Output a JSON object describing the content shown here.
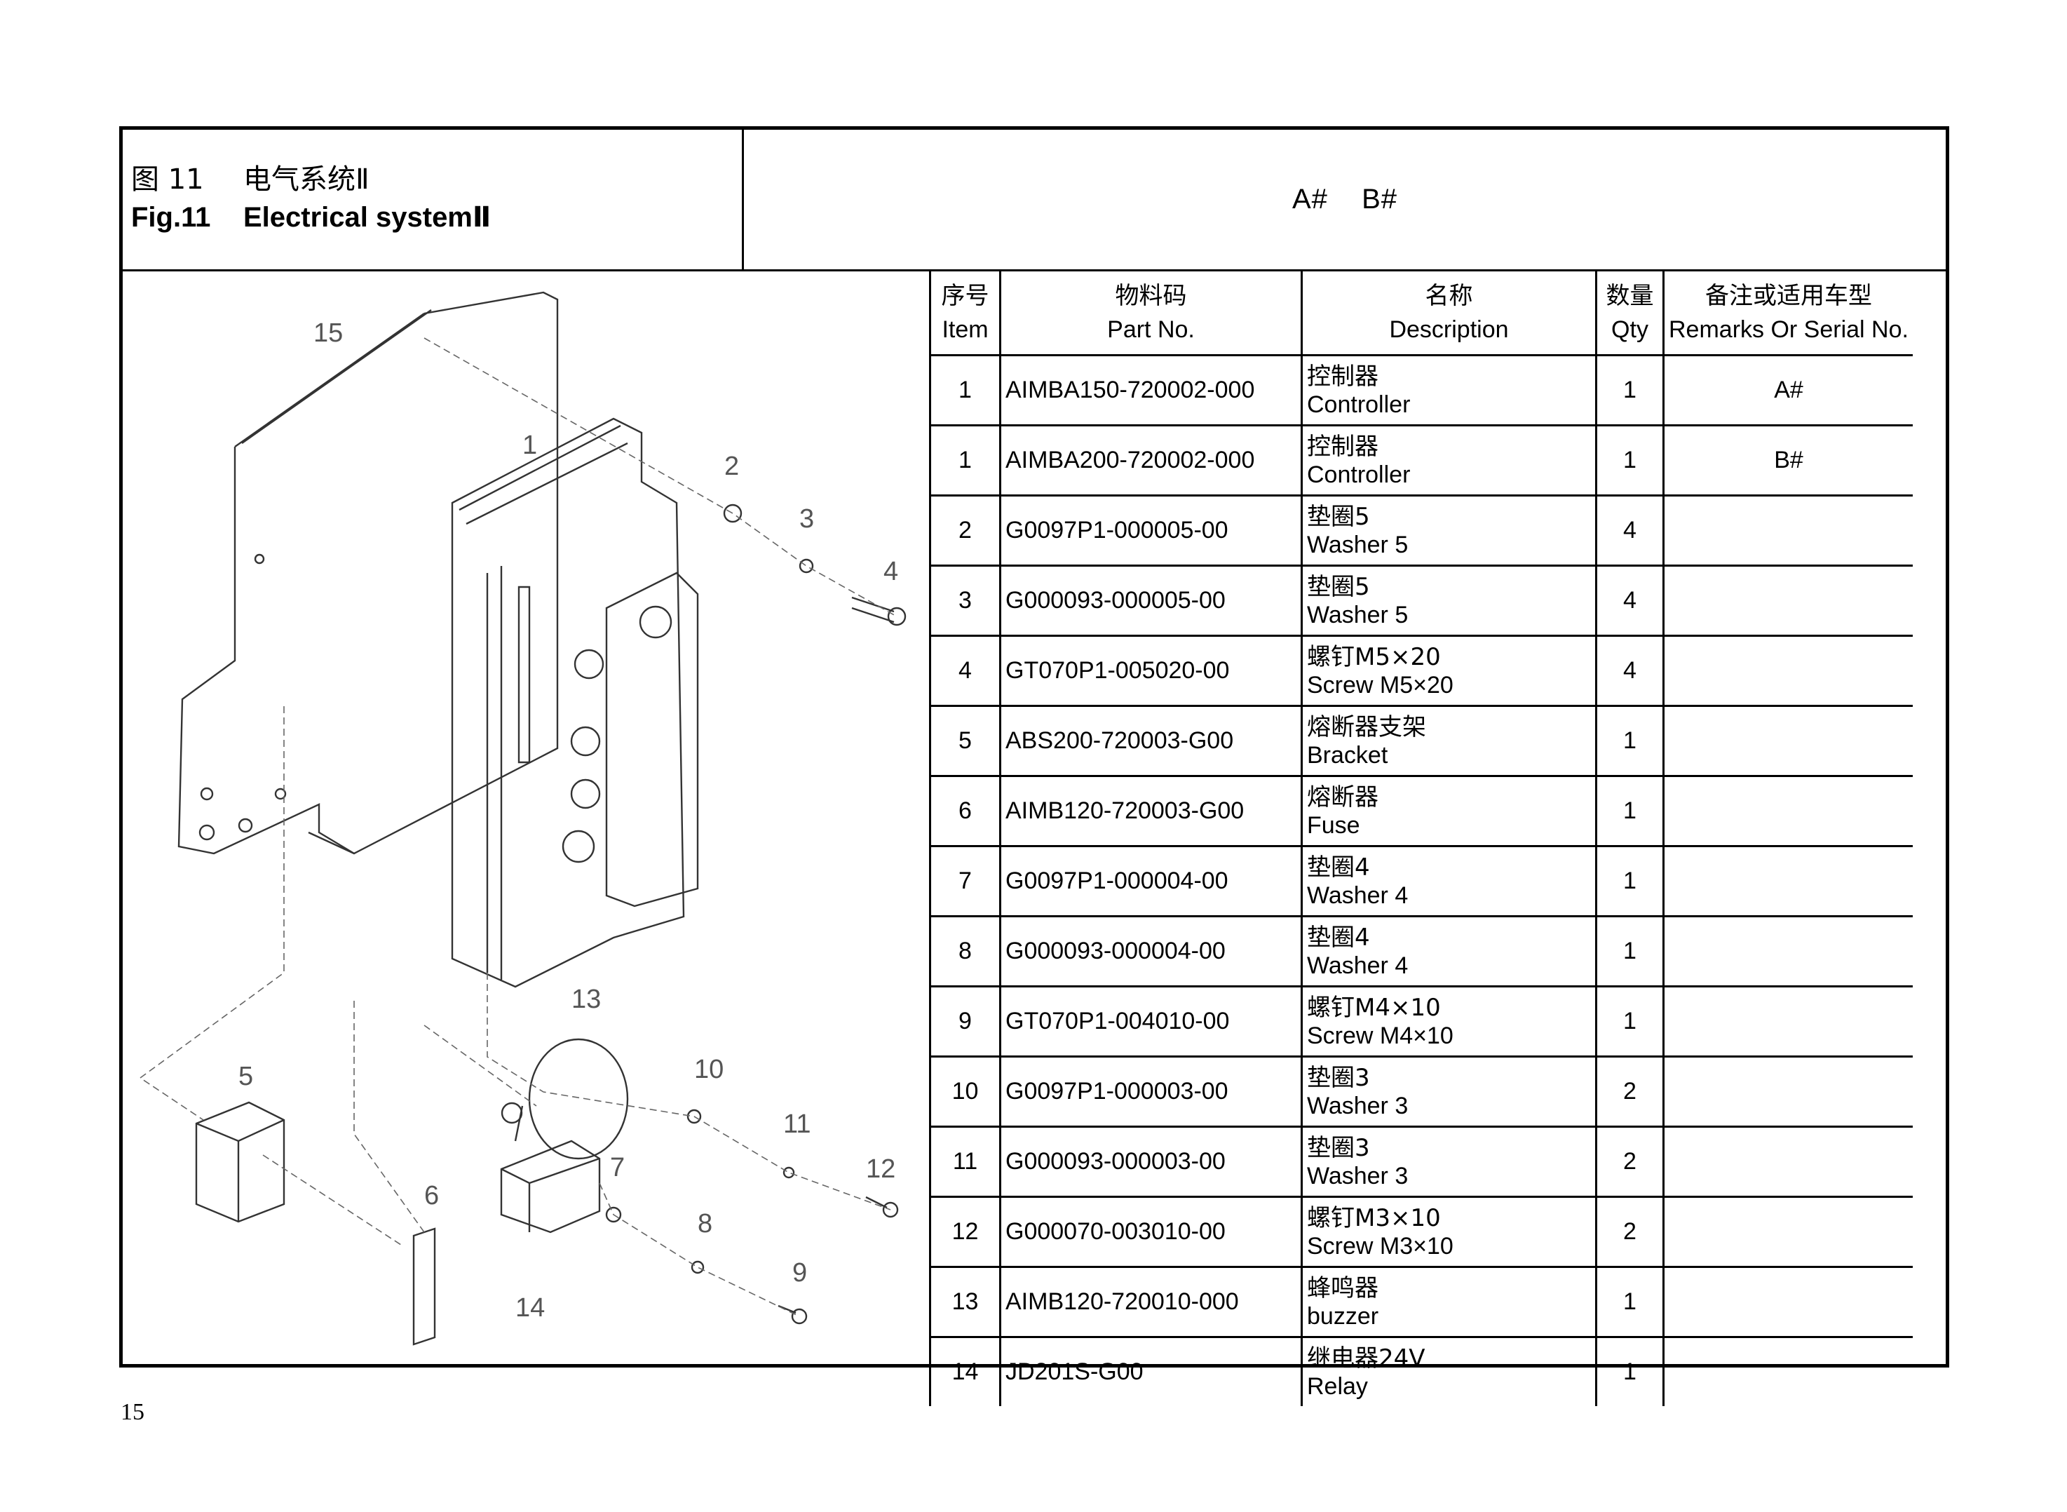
{
  "header": {
    "fig_label_zh": "图 11",
    "fig_title_zh": "电气系统Ⅱ",
    "fig_label_en": "Fig.11",
    "fig_title_en": "Electrical systemⅡ",
    "variants": [
      "A#",
      "B#"
    ]
  },
  "table": {
    "columns": [
      {
        "zh": "序号",
        "en": "Item"
      },
      {
        "zh": "物料码",
        "en": "Part No."
      },
      {
        "zh": "名称",
        "en": "Description"
      },
      {
        "zh": "数量",
        "en": "Qty"
      },
      {
        "zh": "备注或适用车型",
        "en": "Remarks Or Serial No."
      }
    ],
    "rows": [
      {
        "item": "1",
        "part_no": "AIMBA150-720002-000",
        "desc_zh": "控制器",
        "desc_en": "Controller",
        "qty": "1",
        "remarks": "A#"
      },
      {
        "item": "1",
        "part_no": "AIMBA200-720002-000",
        "desc_zh": "控制器",
        "desc_en": "Controller",
        "qty": "1",
        "remarks": "B#"
      },
      {
        "item": "2",
        "part_no": "G0097P1-000005-00",
        "desc_zh": "垫圈5",
        "desc_en": "Washer 5",
        "qty": "4",
        "remarks": ""
      },
      {
        "item": "3",
        "part_no": "G000093-000005-00",
        "desc_zh": "垫圈5",
        "desc_en": "Washer 5",
        "qty": "4",
        "remarks": ""
      },
      {
        "item": "4",
        "part_no": "GT070P1-005020-00",
        "desc_zh": "螺钉M5×20",
        "desc_en": "Screw M5×20",
        "qty": "4",
        "remarks": ""
      },
      {
        "item": "5",
        "part_no": "ABS200-720003-G00",
        "desc_zh": "熔断器支架",
        "desc_en": "Bracket",
        "qty": "1",
        "remarks": ""
      },
      {
        "item": "6",
        "part_no": "AIMB120-720003-G00",
        "desc_zh": "熔断器",
        "desc_en": "Fuse",
        "qty": "1",
        "remarks": ""
      },
      {
        "item": "7",
        "part_no": "G0097P1-000004-00",
        "desc_zh": "垫圈4",
        "desc_en": "Washer 4",
        "qty": "1",
        "remarks": ""
      },
      {
        "item": "8",
        "part_no": "G000093-000004-00",
        "desc_zh": "垫圈4",
        "desc_en": "Washer 4",
        "qty": "1",
        "remarks": ""
      },
      {
        "item": "9",
        "part_no": "GT070P1-004010-00",
        "desc_zh": "螺钉M4×10",
        "desc_en": "Screw M4×10",
        "qty": "1",
        "remarks": ""
      },
      {
        "item": "10",
        "part_no": "G0097P1-000003-00",
        "desc_zh": "垫圈3",
        "desc_en": "Washer 3",
        "qty": "2",
        "remarks": ""
      },
      {
        "item": "11",
        "part_no": "G000093-000003-00",
        "desc_zh": "垫圈3",
        "desc_en": "Washer 3",
        "qty": "2",
        "remarks": ""
      },
      {
        "item": "12",
        "part_no": "G000070-003010-00",
        "desc_zh": "螺钉M3×10",
        "desc_en": "Screw M3×10",
        "qty": "2",
        "remarks": ""
      },
      {
        "item": "13",
        "part_no": "AIMB120-720010-000",
        "desc_zh": "蜂鸣器",
        "desc_en": "buzzer",
        "qty": "1",
        "remarks": ""
      },
      {
        "item": "14",
        "part_no": "JD201S-G00",
        "desc_zh": "继电器24V",
        "desc_en": "Relay",
        "qty": "1",
        "remarks": ""
      }
    ]
  },
  "drawing": {
    "callouts": [
      "15",
      "1",
      "2",
      "3",
      "4",
      "5",
      "6",
      "13",
      "10",
      "11",
      "12",
      "7",
      "8",
      "9",
      "14"
    ]
  },
  "page_number": "15"
}
